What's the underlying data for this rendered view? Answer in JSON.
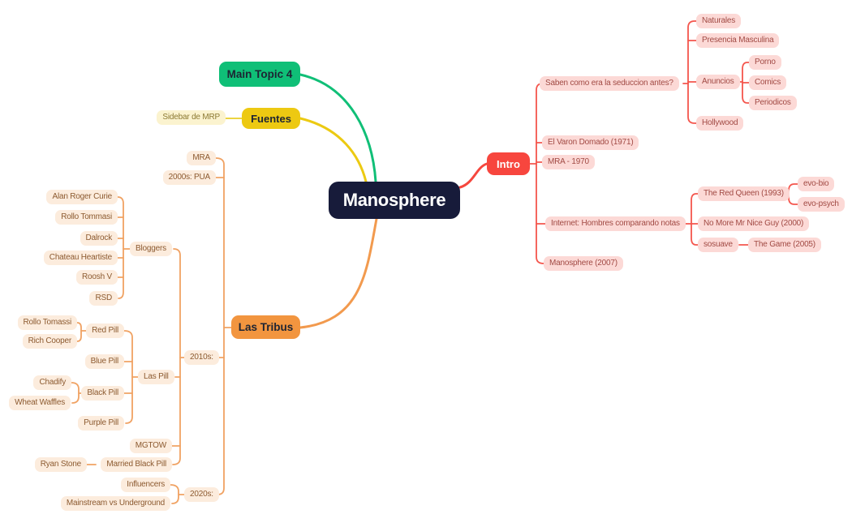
{
  "canvas": {
    "background": "#ffffff"
  },
  "palette": {
    "root_bg": "#171b3a",
    "root_text": "#ffffff",
    "green": "#0fbf77",
    "yellow": "#edc912",
    "red": "#f7463e",
    "orange": "#f2953f",
    "leaf_pink_bg": "#fcd9d6",
    "leaf_pink_text": "#a14a44",
    "leaf_peach_bg": "#fcecdd",
    "leaf_peach_text": "#8c5a30",
    "leaf_cream_bg": "#fbf3cf",
    "leaf_cream_text": "#8c7a33"
  },
  "mindmap": {
    "root": {
      "label": "Manosphere"
    },
    "branches": [
      {
        "label": "Main Topic 4",
        "color": "#0fbf77",
        "children": []
      },
      {
        "label": "Fuentes",
        "color": "#edc912",
        "children": [
          {
            "label": "Sidebar de MRP"
          }
        ]
      },
      {
        "label": "Intro",
        "color": "#f7463e",
        "children": [
          {
            "label": "Saben como era la seduccion antes?",
            "children": [
              {
                "label": "Naturales"
              },
              {
                "label": "Presencia Masculina"
              },
              {
                "label": "Anuncios",
                "children": [
                  {
                    "label": "Porno"
                  },
                  {
                    "label": "Comics"
                  },
                  {
                    "label": "Periodicos"
                  }
                ]
              },
              {
                "label": "Hollywood"
              }
            ]
          },
          {
            "label": "El Varon Domado (1971)"
          },
          {
            "label": "MRA - 1970"
          },
          {
            "label": "Internet: Hombres comparando notas",
            "children": [
              {
                "label": "The Red Queen (1993)",
                "children": [
                  {
                    "label": "evo-bio"
                  },
                  {
                    "label": "evo-psych"
                  }
                ]
              },
              {
                "label": "No More Mr Nice Guy (2000)"
              },
              {
                "label": "sosuave",
                "children": [
                  {
                    "label": "The Game (2005)"
                  }
                ]
              }
            ]
          },
          {
            "label": "Manosphere (2007)"
          }
        ]
      },
      {
        "label": "Las Tribus",
        "color": "#f2953f",
        "children": [
          {
            "label": "MRA"
          },
          {
            "label": "2000s: PUA"
          },
          {
            "label": "2010s:",
            "children": [
              {
                "label": "Bloggers",
                "children": [
                  {
                    "label": "Alan Roger Curie"
                  },
                  {
                    "label": "Rollo Tommasi"
                  },
                  {
                    "label": "Dalrock"
                  },
                  {
                    "label": "Chateau Heartiste"
                  },
                  {
                    "label": "Roosh V"
                  },
                  {
                    "label": "RSD"
                  }
                ]
              },
              {
                "label": "Las Pill",
                "children": [
                  {
                    "label": "Red Pill",
                    "children": [
                      {
                        "label": "Rollo Tomassi"
                      },
                      {
                        "label": "Rich Cooper"
                      }
                    ]
                  },
                  {
                    "label": "Blue Pill"
                  },
                  {
                    "label": "Black Pill",
                    "children": [
                      {
                        "label": "Chadify"
                      },
                      {
                        "label": "Wheat Waffles"
                      }
                    ]
                  },
                  {
                    "label": "Purple Pill"
                  }
                ]
              },
              {
                "label": "MGTOW"
              },
              {
                "label": "Married Black Pill",
                "children": [
                  {
                    "label": "Ryan Stone"
                  }
                ]
              }
            ]
          },
          {
            "label": "2020s:",
            "children": [
              {
                "label": "Influencers"
              },
              {
                "label": "Mainstream vs Underground"
              }
            ]
          }
        ]
      }
    ]
  }
}
